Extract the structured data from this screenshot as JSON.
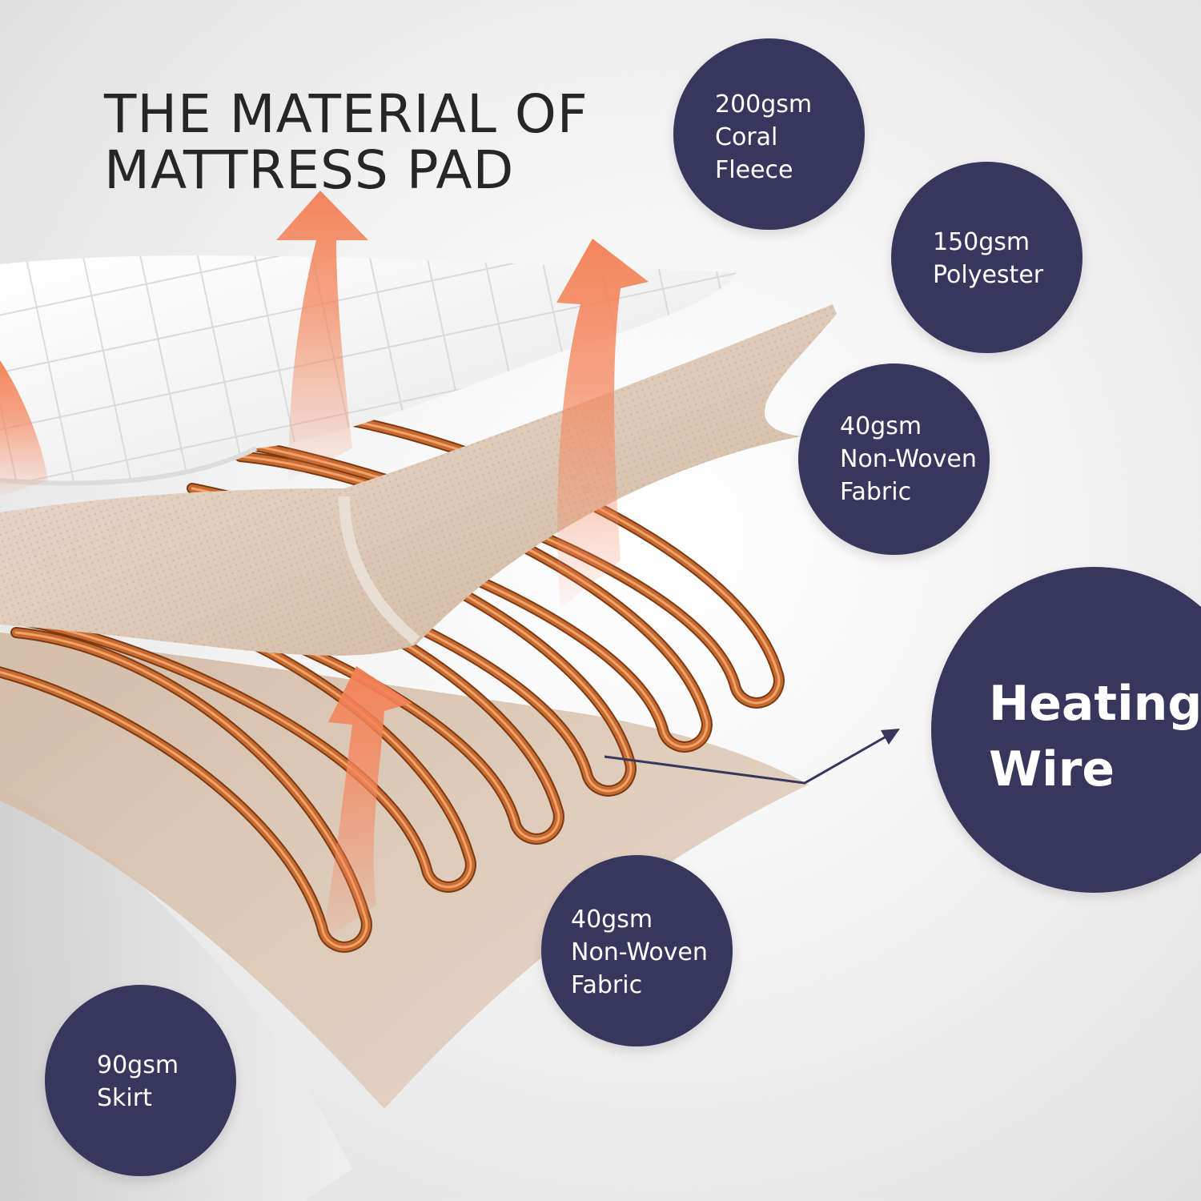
{
  "title": {
    "line1": "THE MATERIAL OF",
    "line2": "MATTRESS PAD"
  },
  "layers": [
    {
      "id": "coral",
      "lines": [
        "200gsm",
        "Coral",
        "Fleece"
      ]
    },
    {
      "id": "poly",
      "lines": [
        "150gsm",
        "Polyester"
      ]
    },
    {
      "id": "nonwoven-top",
      "lines": [
        "40gsm",
        "Non-Woven",
        "Fabric"
      ]
    },
    {
      "id": "heating",
      "lines": [
        "Heating",
        "Wire"
      ]
    },
    {
      "id": "nonwoven-bottom",
      "lines": [
        "40gsm",
        "Non-Woven",
        "Fabric"
      ]
    },
    {
      "id": "skirt",
      "lines": [
        "90gsm",
        "Skirt"
      ]
    }
  ],
  "colors": {
    "bubble": "#37375e",
    "bubble_text": "#ffffff",
    "title": "#262626",
    "heat_arrow": "#f4875e",
    "copper": "#c86a2e",
    "fabric_tan": "#d8c2ae",
    "fleece_white": "#f7f7f7"
  },
  "icons": [
    "heat-arrow-icon",
    "pointer-arrow-icon"
  ]
}
